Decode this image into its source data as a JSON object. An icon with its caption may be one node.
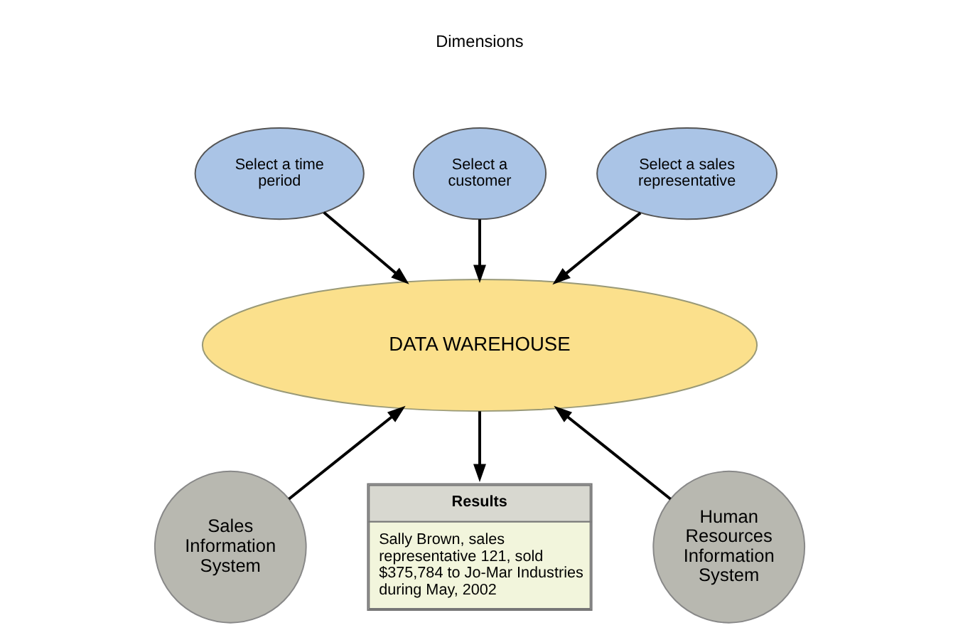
{
  "diagram": {
    "nodes": [
      {
        "text": [
          "Select a time period"
        ]
      },
      {
        "text": [
          "Select a customer"
        ]
      },
      {
        "text": [
          "Select a sales representative"
        ]
      },
      {
        "text": [
          "DATA WAREHOUSE"
        ]
      },
      {
        "text": [
          "Sales Information System"
        ]
      },
      {
        "text": [
          "Results",
          "Sally Brown, sales representative 121, sold $375,784 to Jo-Mar Industries during May, 2002"
        ]
      },
      {
        "text": [
          "Human Resources Information System"
        ]
      }
    ],
    "edges": [
      {
        "from": 0,
        "to": 3,
        "arrow": "to"
      },
      {
        "from": 1,
        "to": 3,
        "arrow": "to"
      },
      {
        "from": 2,
        "to": 3,
        "arrow": "to"
      },
      {
        "from": 4,
        "to": 3,
        "arrow": "to"
      },
      {
        "from": 6,
        "to": 3,
        "arrow": "to"
      },
      {
        "from": 3,
        "to": 5,
        "arrow": "to"
      }
    ],
    "labels": [
      "Dimensions"
    ]
  }
}
